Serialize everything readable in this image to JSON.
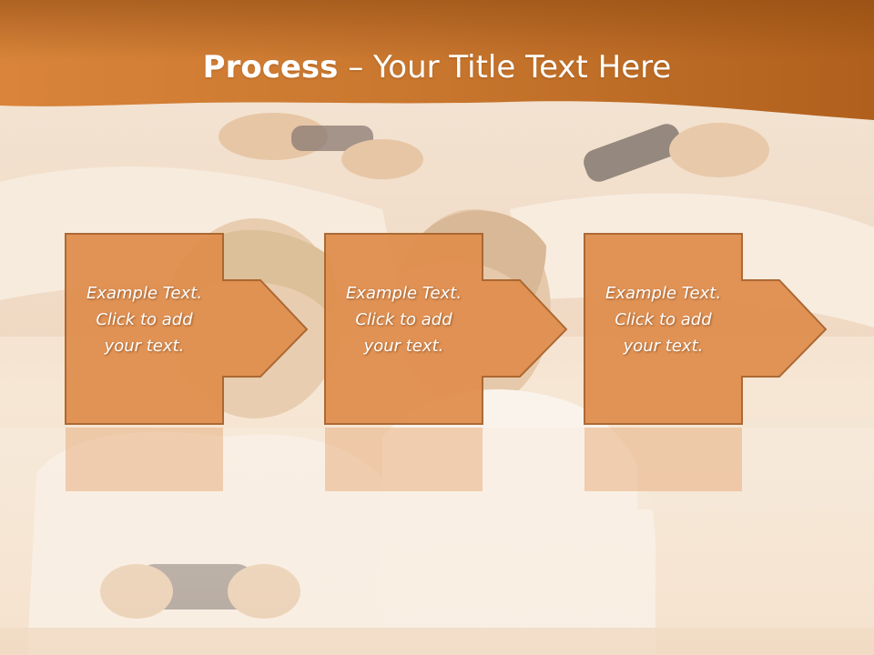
{
  "slide": {
    "title_bold": "Process",
    "title_sep": "–",
    "title_rest": "Your Title Text Here"
  },
  "steps": [
    {
      "text": "Example Text.\nClick  to add\nyour text."
    },
    {
      "text": "Example Text.\nClick  to add\nyour text."
    },
    {
      "text": "Example Text.\nClick  to add\nyour text."
    }
  ],
  "colors": {
    "banner_dark": "#a85a1a",
    "banner_light": "#d9843a",
    "box_fill": "#e08f4f",
    "box_stroke": "#a9632c"
  }
}
